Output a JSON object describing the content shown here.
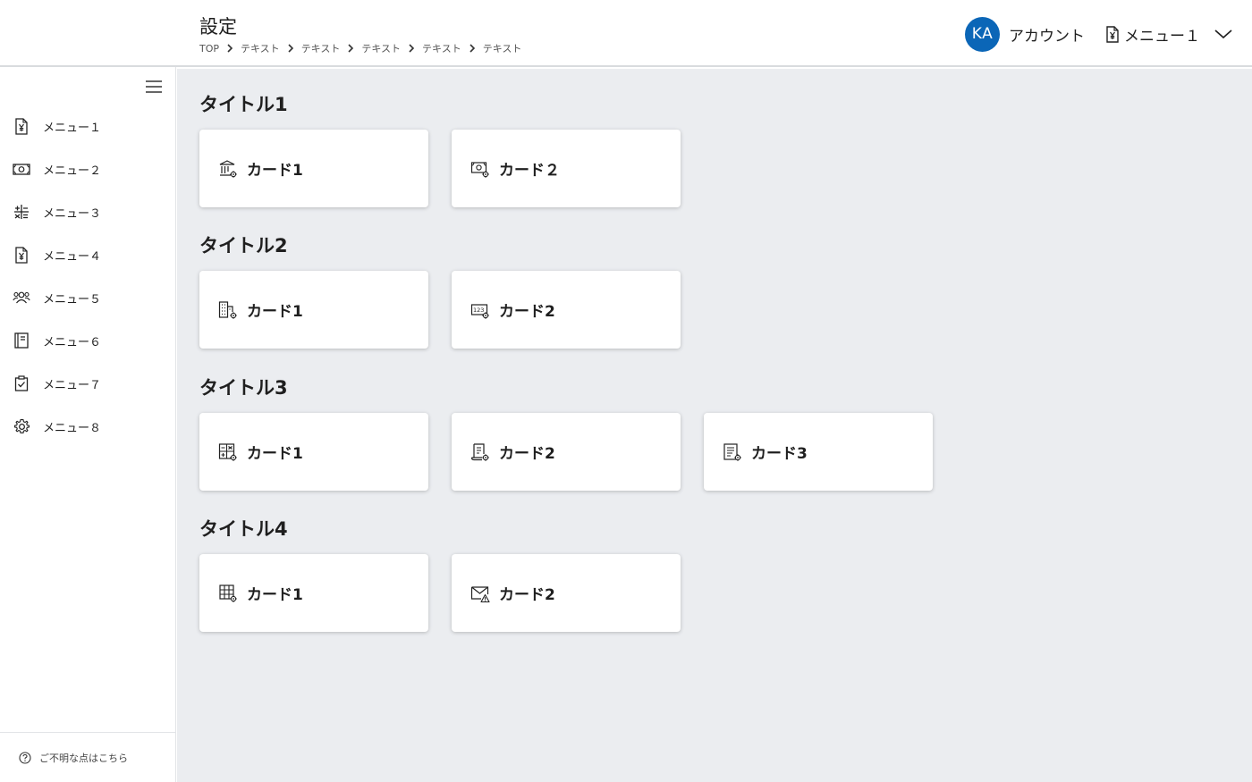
{
  "header": {
    "title": "設定",
    "breadcrumb": [
      "TOP",
      "テキスト",
      "テキスト",
      "テキスト",
      "テキスト",
      "テキスト"
    ],
    "avatar_initials": "KA",
    "account_label": "アカウント",
    "menu_select_label": "メニュー１"
  },
  "sidebar": {
    "items": [
      {
        "label": "メニュー１",
        "icon": "yen-document-icon"
      },
      {
        "label": "メニュー２",
        "icon": "banknote-icon"
      },
      {
        "label": "メニュー３",
        "icon": "calculator-icon"
      },
      {
        "label": "メニュー４",
        "icon": "yen-document-icon"
      },
      {
        "label": "メニュー５",
        "icon": "users-icon"
      },
      {
        "label": "メニュー６",
        "icon": "book-icon"
      },
      {
        "label": "メニュー７",
        "icon": "clipboard-check-icon"
      },
      {
        "label": "メニュー８",
        "icon": "gear-icon"
      }
    ],
    "help_label": "ご不明な点はこちら"
  },
  "sections": [
    {
      "title": "タイトル1",
      "cards": [
        {
          "label": "カード1",
          "icon": "bank-settings-icon"
        },
        {
          "label": "カード２",
          "icon": "banknote-settings-icon"
        }
      ]
    },
    {
      "title": "タイトル2",
      "cards": [
        {
          "label": "カード1",
          "icon": "building-settings-icon"
        },
        {
          "label": "カード2",
          "icon": "numbers-settings-icon"
        }
      ]
    },
    {
      "title": "タイトル3",
      "cards": [
        {
          "label": "カード1",
          "icon": "calculator-settings-icon"
        },
        {
          "label": "カード2",
          "icon": "receipt-settings-icon"
        },
        {
          "label": "カード3",
          "icon": "document-settings-icon"
        }
      ]
    },
    {
      "title": "タイトル4",
      "cards": [
        {
          "label": "カード1",
          "icon": "table-settings-icon"
        },
        {
          "label": "カード2",
          "icon": "mail-warning-icon"
        }
      ]
    }
  ],
  "colors": {
    "accent": "#0b66b7",
    "main_background": "#ebedf0",
    "surface": "#ffffff",
    "text": "#1f1f1f"
  }
}
